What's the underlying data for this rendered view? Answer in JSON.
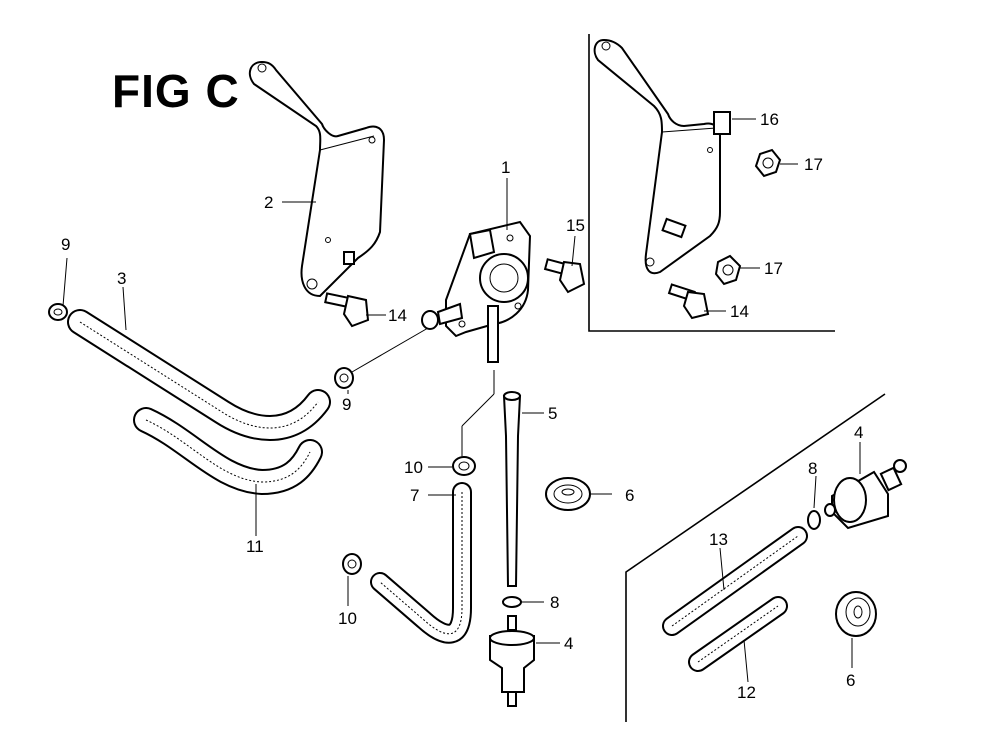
{
  "figure": {
    "title": "FIG C"
  },
  "callouts": [
    {
      "id": "c1",
      "text": "1"
    },
    {
      "id": "c2",
      "text": "2"
    },
    {
      "id": "c3",
      "text": "3"
    },
    {
      "id": "c4a",
      "text": "4"
    },
    {
      "id": "c4b",
      "text": "4"
    },
    {
      "id": "c5",
      "text": "5"
    },
    {
      "id": "c6a",
      "text": "6"
    },
    {
      "id": "c6b",
      "text": "6"
    },
    {
      "id": "c7",
      "text": "7"
    },
    {
      "id": "c8a",
      "text": "8"
    },
    {
      "id": "c8b",
      "text": "8"
    },
    {
      "id": "c9a",
      "text": "9"
    },
    {
      "id": "c9b",
      "text": "9"
    },
    {
      "id": "c10a",
      "text": "10"
    },
    {
      "id": "c10b",
      "text": "10"
    },
    {
      "id": "c11",
      "text": "11"
    },
    {
      "id": "c12",
      "text": "12"
    },
    {
      "id": "c13",
      "text": "13"
    },
    {
      "id": "c14a",
      "text": "14"
    },
    {
      "id": "c14b",
      "text": "14"
    },
    {
      "id": "c15",
      "text": "15"
    },
    {
      "id": "c16",
      "text": "16"
    },
    {
      "id": "c17a",
      "text": "17"
    },
    {
      "id": "c17b",
      "text": "17"
    }
  ]
}
